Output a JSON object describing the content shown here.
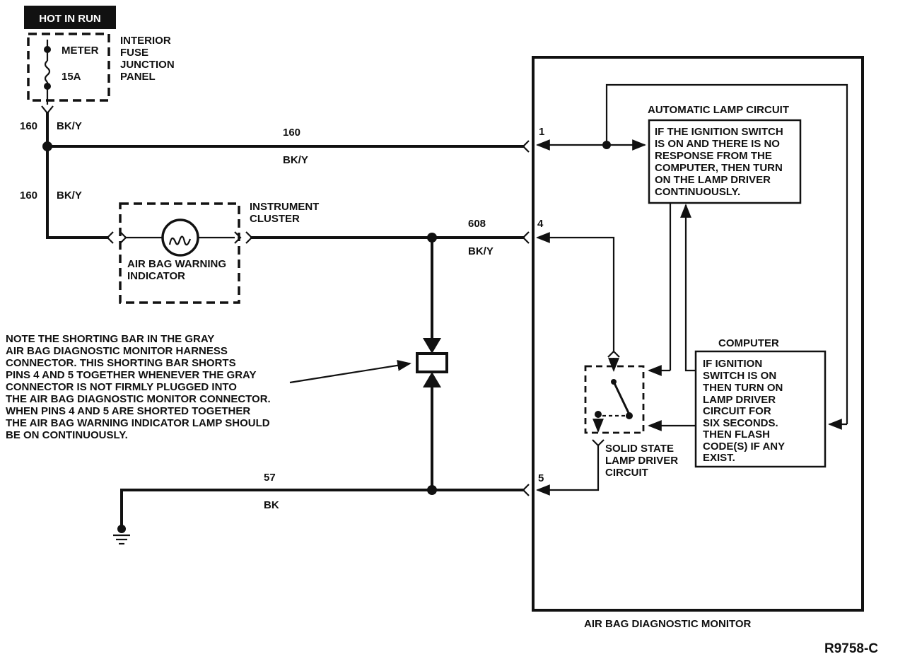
{
  "fuse_panel": {
    "header": "HOT IN RUN",
    "fuse_name": "METER",
    "fuse_rating": "15A",
    "panel_label": [
      "INTERIOR",
      "FUSE",
      "JUNCTION",
      "PANEL"
    ]
  },
  "wires": {
    "w160_a_num": "160",
    "w160_a_color": "BK/Y",
    "w160_main_num": "160",
    "w160_main_color": "BK/Y",
    "w160_b_num": "160",
    "w160_b_color": "BK/Y",
    "w608_num": "608",
    "w608_color": "BK/Y",
    "w57_num": "57",
    "w57_color": "BK"
  },
  "instrument_cluster": {
    "label": [
      "INSTRUMENT",
      "CLUSTER"
    ],
    "indicator_label": [
      "AIR BAG WARNING",
      "INDICATOR"
    ]
  },
  "note": [
    "NOTE THE SHORTING BAR IN THE GRAY",
    "AIR BAG DIAGNOSTIC MONITOR HARNESS",
    "CONNECTOR. THIS SHORTING BAR SHORTS",
    "PINS 4 AND 5 TOGETHER WHENEVER THE GRAY",
    "CONNECTOR IS NOT FIRMLY PLUGGED INTO",
    "THE AIR BAG DIAGNOSTIC MONITOR CONNECTOR.",
    "WHEN PINS 4 AND 5 ARE SHORTED TOGETHER",
    "THE AIR BAG WARNING INDICATOR LAMP SHOULD",
    "BE ON CONTINUOUSLY."
  ],
  "monitor": {
    "title": "AIR BAG DIAGNOSTIC MONITOR",
    "pins": {
      "p1": "1",
      "p4": "4",
      "p5": "5"
    },
    "auto_lamp": {
      "title": "AUTOMATIC LAMP CIRCUIT",
      "text": [
        "IF THE IGNITION SWITCH",
        "IS ON AND THERE IS NO",
        "RESPONSE FROM THE",
        "COMPUTER, THEN TURN",
        "ON THE LAMP DRIVER",
        "CONTINUOUSLY."
      ]
    },
    "computer": {
      "title": "COMPUTER",
      "text": [
        "IF IGNITION",
        "SWITCH IS ON",
        "THEN TURN ON",
        "LAMP DRIVER",
        "CIRCUIT FOR",
        "SIX SECONDS.",
        "THEN FLASH",
        "CODE(S) IF ANY",
        "EXIST."
      ]
    },
    "lamp_driver": [
      "SOLID STATE",
      "LAMP DRIVER",
      "CIRCUIT"
    ]
  },
  "figure_code": "R9758-C"
}
